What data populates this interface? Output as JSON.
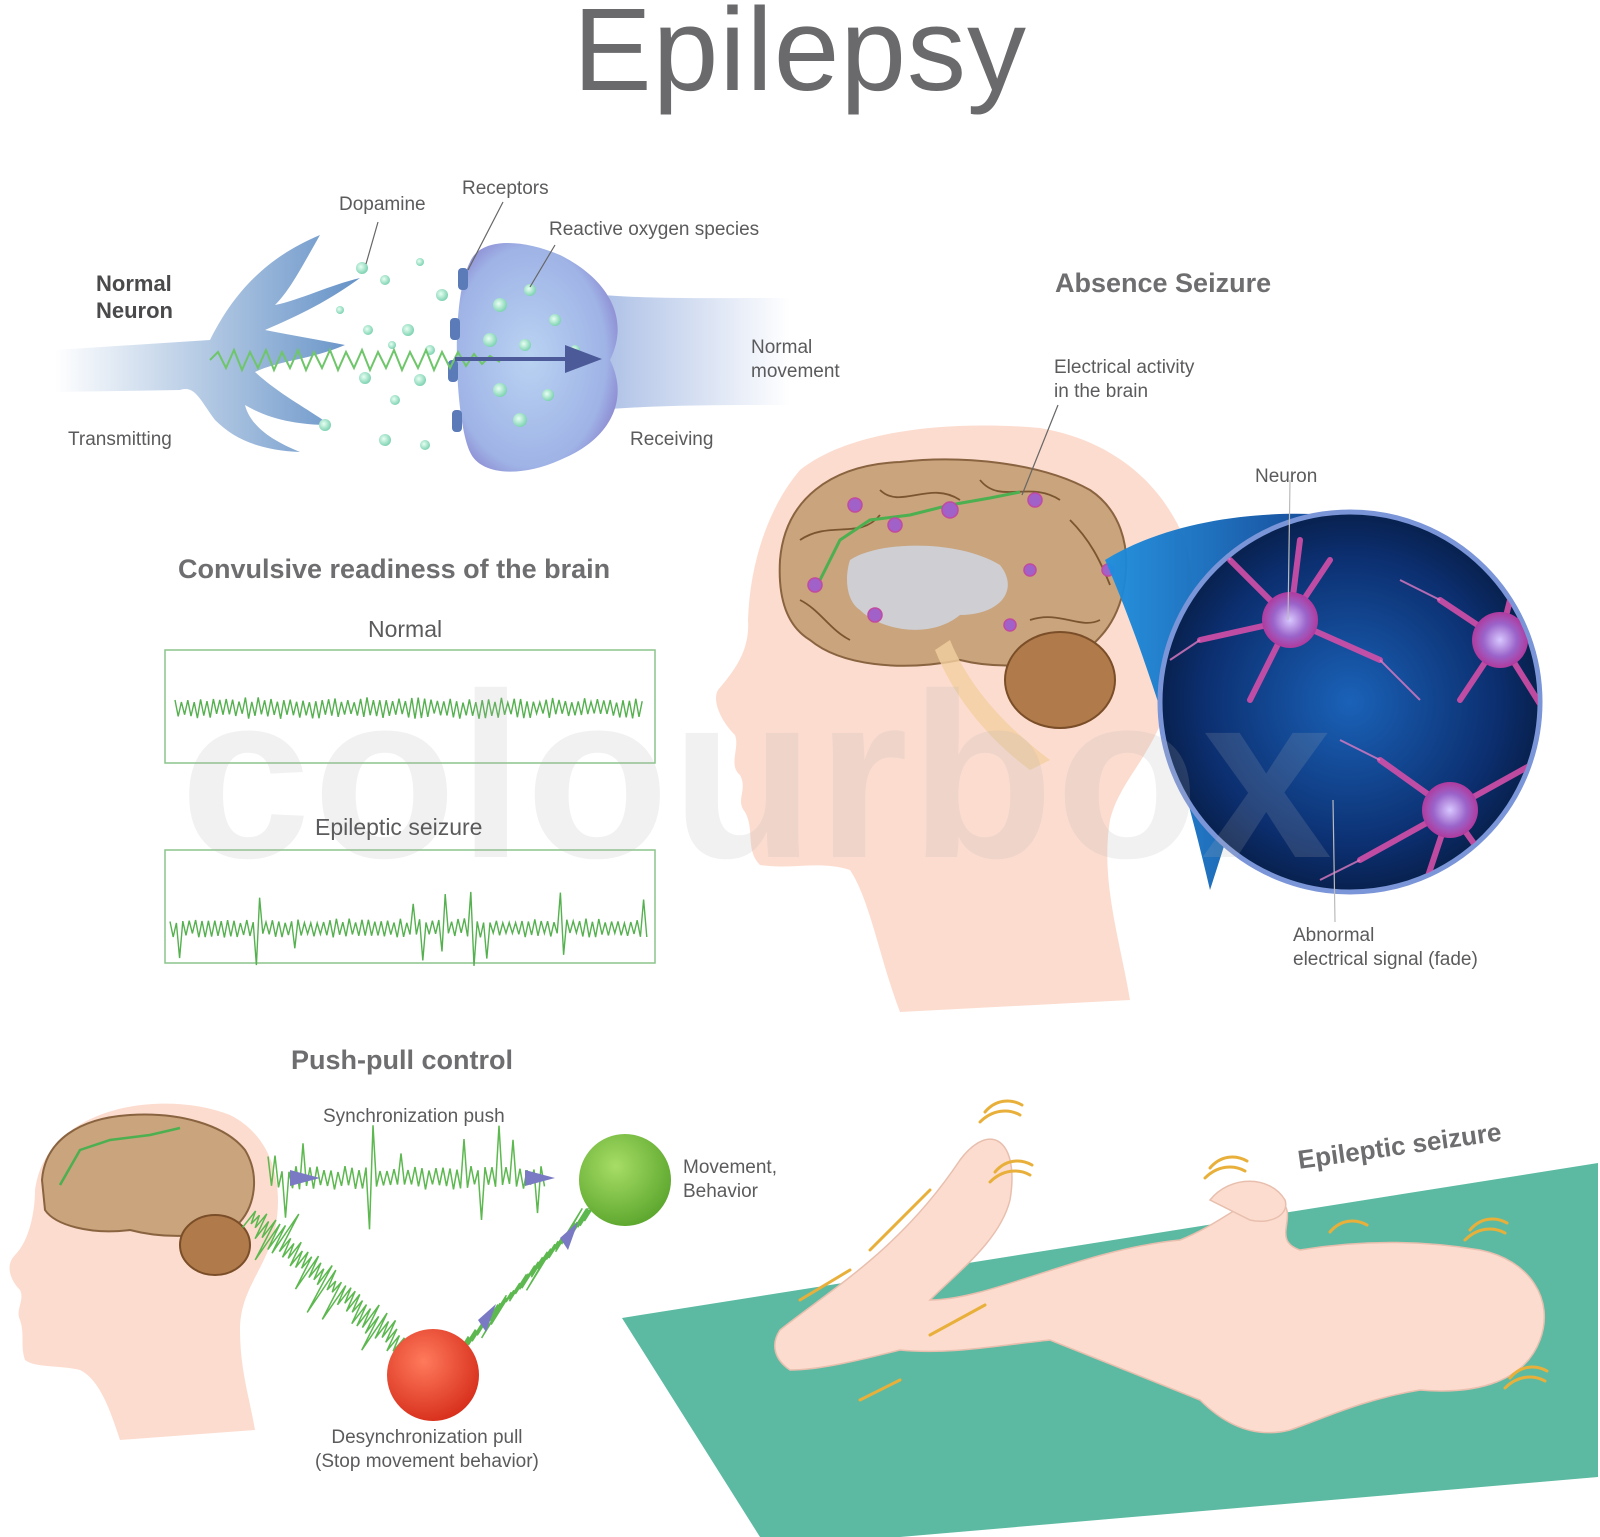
{
  "title": "Epilepsy",
  "watermark": "colourbox",
  "neuron": {
    "heading_line1": "Normal",
    "heading_line2": "Neuron",
    "transmitting": "Transmitting",
    "receiving": "Receiving",
    "dopamine": "Dopamine",
    "receptors": "Receptors",
    "ros": "Reactive oxygen species",
    "normal_movement_line1": "Normal",
    "normal_movement_line2": "movement"
  },
  "convulsive": {
    "heading": "Convulsive readiness of the brain",
    "normal": "Normal",
    "epileptic": "Epileptic seizure"
  },
  "absence": {
    "heading": "Absence Seizure",
    "electrical_line1": "Electrical activity",
    "electrical_line2": "in the brain",
    "neuron": "Neuron",
    "abnormal_line1": "Abnormal",
    "abnormal_line2": "electrical signal (fade)"
  },
  "pushpull": {
    "heading": "Push-pull control",
    "sync_push": "Synchronization push",
    "movement_line1": "Movement,",
    "movement_line2": "Behavior",
    "desync_line1": "Desynchronization pull",
    "desync_line2": "(Stop movement behavior)"
  },
  "seizure_scene": {
    "heading": "Epileptic seizure"
  },
  "colors": {
    "neuron_blue": "#5d8cc4",
    "wave_green": "#4caf50",
    "skin": "#fbd9cb",
    "mat": "#5cbaa3",
    "movement_circle": "#7cc242",
    "desync_circle": "#e8402a"
  }
}
